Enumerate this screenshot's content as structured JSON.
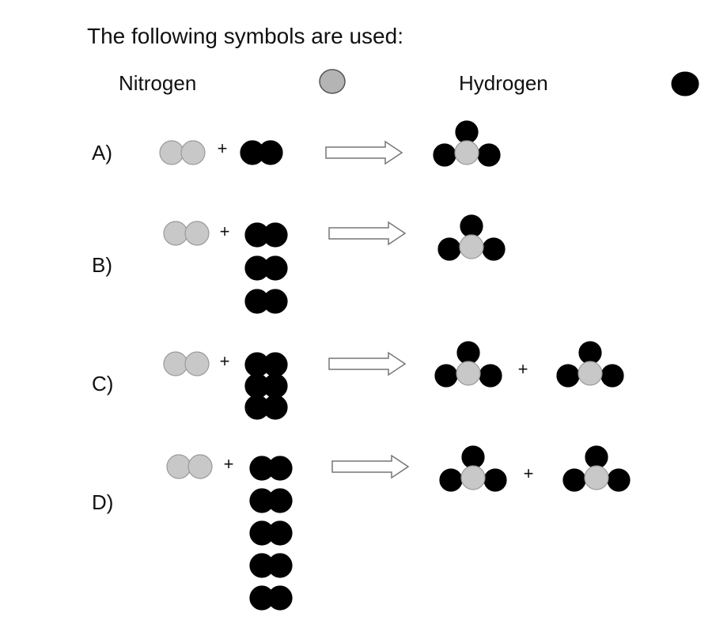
{
  "intro_text": "The following symbols are used:",
  "legend": {
    "nitrogen_label": "Nitrogen",
    "hydrogen_label": "Hydrogen"
  },
  "options": [
    {
      "label": "A)",
      "h2_count": 1,
      "nh3_count": 1
    },
    {
      "label": "B)",
      "h2_count": 3,
      "nh3_count": 1
    },
    {
      "label": "C)",
      "h2_count": 3,
      "nh3_count": 2
    },
    {
      "label": "D)",
      "h2_count": 5,
      "nh3_count": 2
    }
  ],
  "plus_symbol": "+",
  "colors": {
    "nitrogen": "#c8c8c8",
    "hydrogen": "#000000",
    "legend_nitrogen": "#b4b4b4",
    "text": "#111111",
    "arrow_stroke": "#777777"
  }
}
